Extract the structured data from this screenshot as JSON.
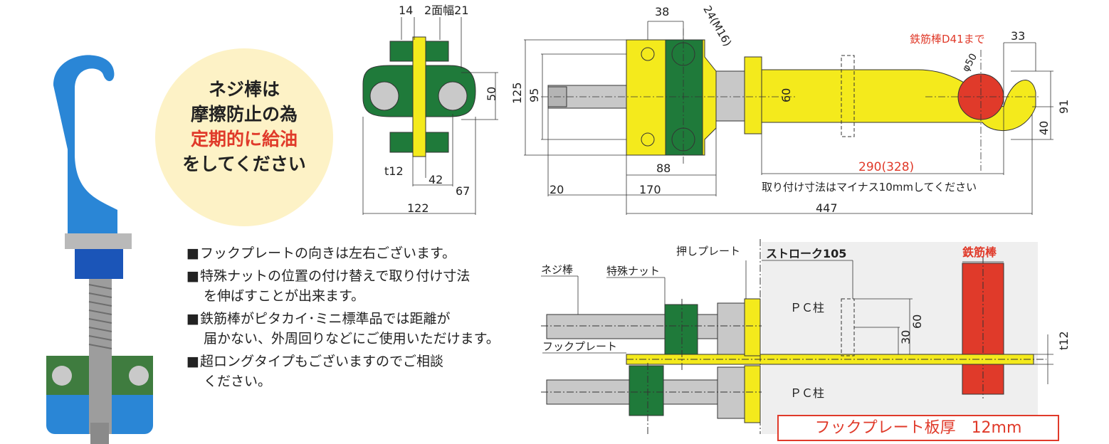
{
  "bubble": {
    "line1": "ネジ棒は",
    "line2": "摩擦防止の為",
    "line3_red": "定期的に給油",
    "line4": "をしてください"
  },
  "notes": [
    {
      "mark": "■",
      "lines": [
        "フックプレートの向きは左右ございます。"
      ]
    },
    {
      "mark": "■",
      "lines": [
        "特殊ナットの位置の付け替えで取り付け寸法",
        "を伸ばすことが出来ます。"
      ]
    },
    {
      "mark": "■",
      "lines": [
        "鉄筋棒がピタカイ･ミニ標準品では距離が",
        "届かない、外周回りなどにご使用いただけます。"
      ]
    },
    {
      "mark": "■",
      "lines": [
        "超ロングタイプもございますのでご相談",
        "ください。"
      ]
    }
  ],
  "front_view": {
    "dim_top_left": "14",
    "dim_top_right": "2面幅21",
    "dim_right": "50",
    "dim_t12": "t12",
    "dim_42": "42",
    "dim_67": "67",
    "dim_122": "122"
  },
  "side_view": {
    "dim_38": "38",
    "dim_24m16": "24(M16)",
    "dim_125": "125",
    "dim_95": "95",
    "dim_60": "60",
    "dim_88": "88",
    "dim_20": "20",
    "dim_170": "170",
    "dim_447": "447",
    "dim_290": "290(328)",
    "install_note": "取り付け寸法はマイナス10mmしてください",
    "rebar_label": "鉄筋棒D41まで",
    "dim_33": "33",
    "dim_phi50": "φ50",
    "dim_91": "91",
    "dim_40": "40"
  },
  "install_view": {
    "label_oshi": "押しプレート",
    "label_stroke": "ストローク105",
    "label_rebar": "鉄筋棒",
    "label_nejibo": "ネジ棒",
    "label_nut": "特殊ナット",
    "label_hookplate": "フックプレート",
    "label_pc_top": "ＰＣ柱",
    "label_pc_bottom": "ＰＣ柱",
    "dim_60": "60",
    "dim_30": "30",
    "dim_t12": "t12",
    "thickness_box": "フックプレート板厚　12mm"
  },
  "colors": {
    "yellow": "#f4ea1c",
    "green": "#1f7a3a",
    "blue": "#1f7fd4",
    "red": "#e03a2a",
    "gray": "#c8c8c8",
    "bubble": "#fdf2c6"
  }
}
